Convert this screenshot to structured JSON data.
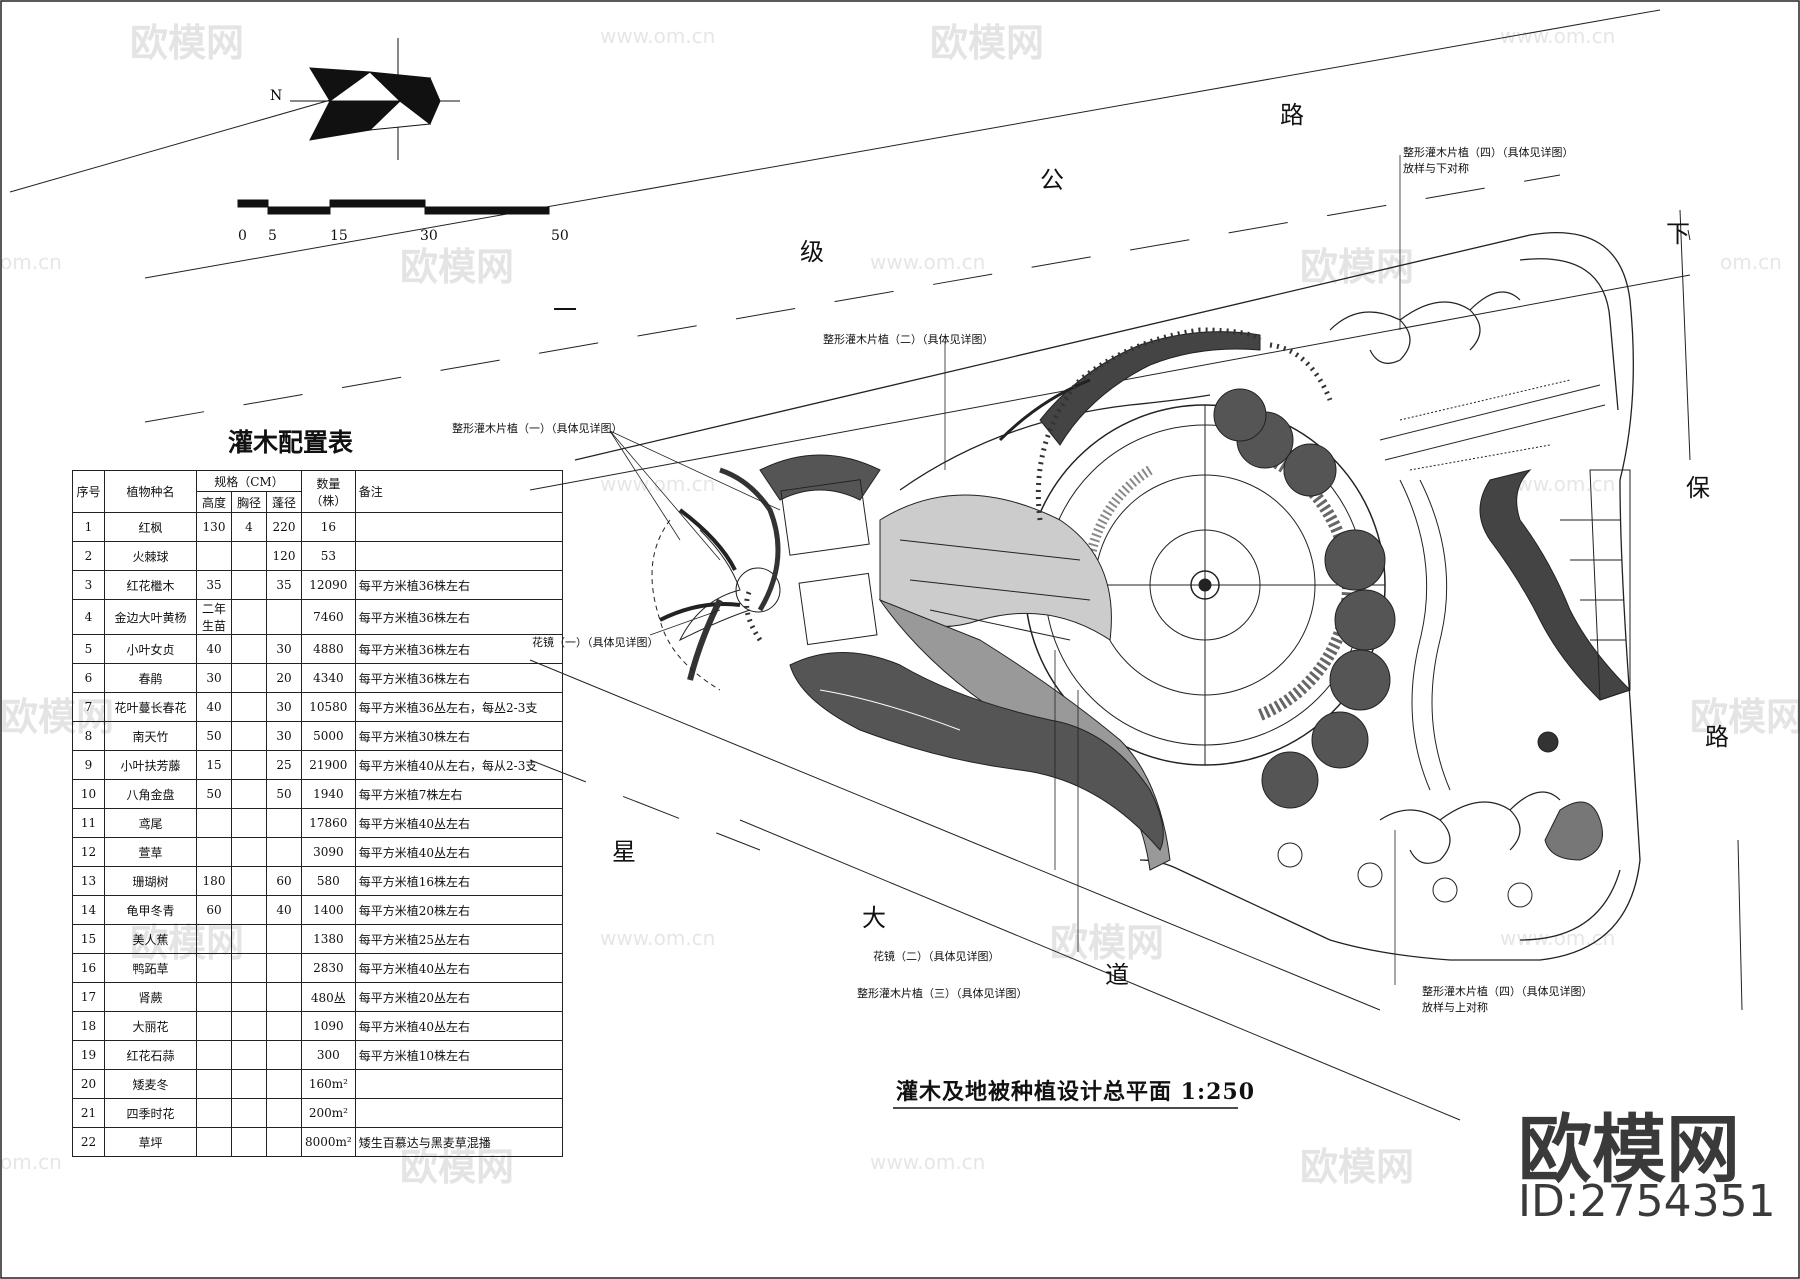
{
  "plan": {
    "title": "灌木及地被种植设计总平面 1:250",
    "north_label": "N",
    "scale_bar": [
      "0",
      "5",
      "15",
      "30",
      "50"
    ],
    "roads": {
      "top": [
        "一",
        "级",
        "公",
        "路"
      ],
      "bottom": [
        "星",
        "大",
        "道"
      ],
      "right": [
        "下",
        "保",
        "路"
      ]
    },
    "callouts": [
      "整形灌木片植（一）（具体见详图）",
      "整形灌木片植（二）（具体见详图）",
      "整形灌木片植（三）（具体见详图）",
      "整形灌木片植（四）（具体见详图）",
      "放样与下对称",
      "整形灌木片植（四）（具体见详图）",
      "放样与上对称",
      "花镜（一）（具体见详图）",
      "花镜（二）（具体见详图）"
    ]
  },
  "watermark": {
    "brand": "欧模网",
    "url": "www.om.cn",
    "url_short": "om.cn",
    "id": "ID:2754351"
  },
  "shrub_table": {
    "title": "灌木配置表",
    "headers": {
      "no": "序号",
      "name": "植物种名",
      "spec": "规格（CM）",
      "height": "高度",
      "dbh": "胸径",
      "crown": "蓬径",
      "qty": "数量（株）",
      "note": "备注"
    },
    "rows": [
      {
        "no": "1",
        "name": "红枫",
        "height": "130",
        "dbh": "4",
        "crown": "220",
        "qty": "16",
        "note": ""
      },
      {
        "no": "2",
        "name": "火棘球",
        "height": "",
        "dbh": "",
        "crown": "120",
        "qty": "53",
        "note": ""
      },
      {
        "no": "3",
        "name": "红花檵木",
        "height": "35",
        "dbh": "",
        "crown": "35",
        "qty": "12090",
        "note": "每平方米植36株左右"
      },
      {
        "no": "4",
        "name": "金边大叶黄杨",
        "height": "二年生苗",
        "dbh": "",
        "crown": "",
        "qty": "7460",
        "note": "每平方米植36株左右"
      },
      {
        "no": "5",
        "name": "小叶女贞",
        "height": "40",
        "dbh": "",
        "crown": "30",
        "qty": "4880",
        "note": "每平方米植36株左右"
      },
      {
        "no": "6",
        "name": "春鹃",
        "height": "30",
        "dbh": "",
        "crown": "20",
        "qty": "4340",
        "note": "每平方米植36株左右"
      },
      {
        "no": "7",
        "name": "花叶蔓长春花",
        "height": "40",
        "dbh": "",
        "crown": "30",
        "qty": "10580",
        "note": "每平方米植36丛左右，每丛2-3支"
      },
      {
        "no": "8",
        "name": "南天竹",
        "height": "50",
        "dbh": "",
        "crown": "30",
        "qty": "5000",
        "note": "每平方米植30株左右"
      },
      {
        "no": "9",
        "name": "小叶扶芳藤",
        "height": "15",
        "dbh": "",
        "crown": "25",
        "qty": "21900",
        "note": "每平方米植40从左右，每从2-3支"
      },
      {
        "no": "10",
        "name": "八角金盘",
        "height": "50",
        "dbh": "",
        "crown": "50",
        "qty": "1940",
        "note": "每平方米植7株左右"
      },
      {
        "no": "11",
        "name": "鸢尾",
        "height": "",
        "dbh": "",
        "crown": "",
        "qty": "17860",
        "note": "每平方米植40丛左右"
      },
      {
        "no": "12",
        "name": "萱草",
        "height": "",
        "dbh": "",
        "crown": "",
        "qty": "3090",
        "note": "每平方米植40丛左右"
      },
      {
        "no": "13",
        "name": "珊瑚树",
        "height": "180",
        "dbh": "",
        "crown": "60",
        "qty": "580",
        "note": "每平方米植16株左右"
      },
      {
        "no": "14",
        "name": "龟甲冬青",
        "height": "60",
        "dbh": "",
        "crown": "40",
        "qty": "1400",
        "note": "每平方米植20株左右"
      },
      {
        "no": "15",
        "name": "美人蕉",
        "height": "",
        "dbh": "",
        "crown": "",
        "qty": "1380",
        "note": "每平方米植25丛左右"
      },
      {
        "no": "16",
        "name": "鸭跖草",
        "height": "",
        "dbh": "",
        "crown": "",
        "qty": "2830",
        "note": "每平方米植40丛左右"
      },
      {
        "no": "17",
        "name": "肾蕨",
        "height": "",
        "dbh": "",
        "crown": "",
        "qty": "480丛",
        "note": "每平方米植20丛左右"
      },
      {
        "no": "18",
        "name": "大丽花",
        "height": "",
        "dbh": "",
        "crown": "",
        "qty": "1090",
        "note": "每平方米植40丛左右"
      },
      {
        "no": "19",
        "name": "红花石蒜",
        "height": "",
        "dbh": "",
        "crown": "",
        "qty": "300",
        "note": "每平方米植10株左右"
      },
      {
        "no": "20",
        "name": "矮麦冬",
        "height": "",
        "dbh": "",
        "crown": "",
        "qty": "160m²",
        "note": ""
      },
      {
        "no": "21",
        "name": "四季时花",
        "height": "",
        "dbh": "",
        "crown": "",
        "qty": "200m²",
        "note": ""
      },
      {
        "no": "22",
        "name": "草坪",
        "height": "",
        "dbh": "",
        "crown": "",
        "qty": "8000m²",
        "note": "矮生百慕达与黑麦草混播"
      }
    ]
  }
}
